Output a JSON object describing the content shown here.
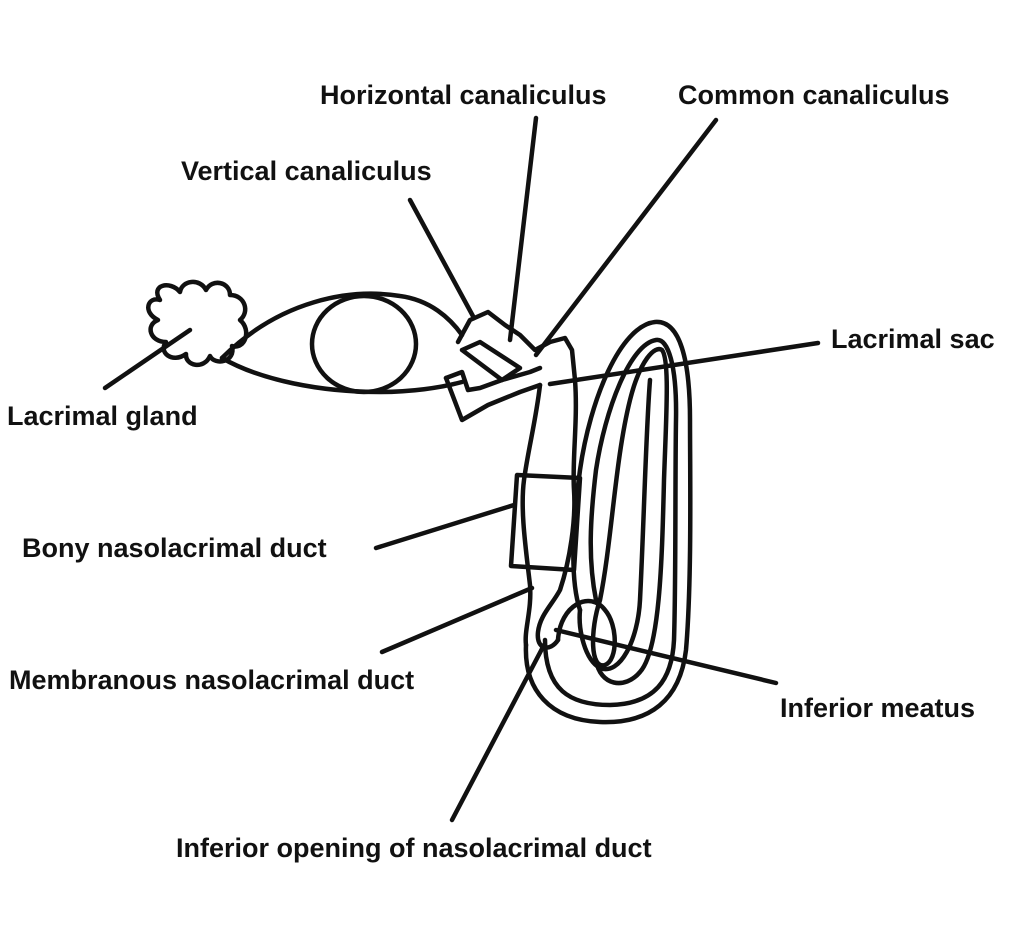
{
  "diagram": {
    "labels": {
      "horizontal_canaliculus": "Horizontal canaliculus",
      "common_canaliculus": "Common canaliculus",
      "vertical_canaliculus": "Vertical canaliculus",
      "lacrimal_sac": "Lacrimal sac",
      "lacrimal_gland": "Lacrimal gland",
      "bony_nasolacrimal_duct": "Bony nasolacrimal duct",
      "membranous_nasolacrimal_duct": "Membranous nasolacrimal duct",
      "inferior_meatus": "Inferior meatus",
      "inferior_opening": "Inferior opening of nasolacrimal duct"
    },
    "colors": {
      "stroke": "#111111",
      "background": "#ffffff"
    }
  }
}
